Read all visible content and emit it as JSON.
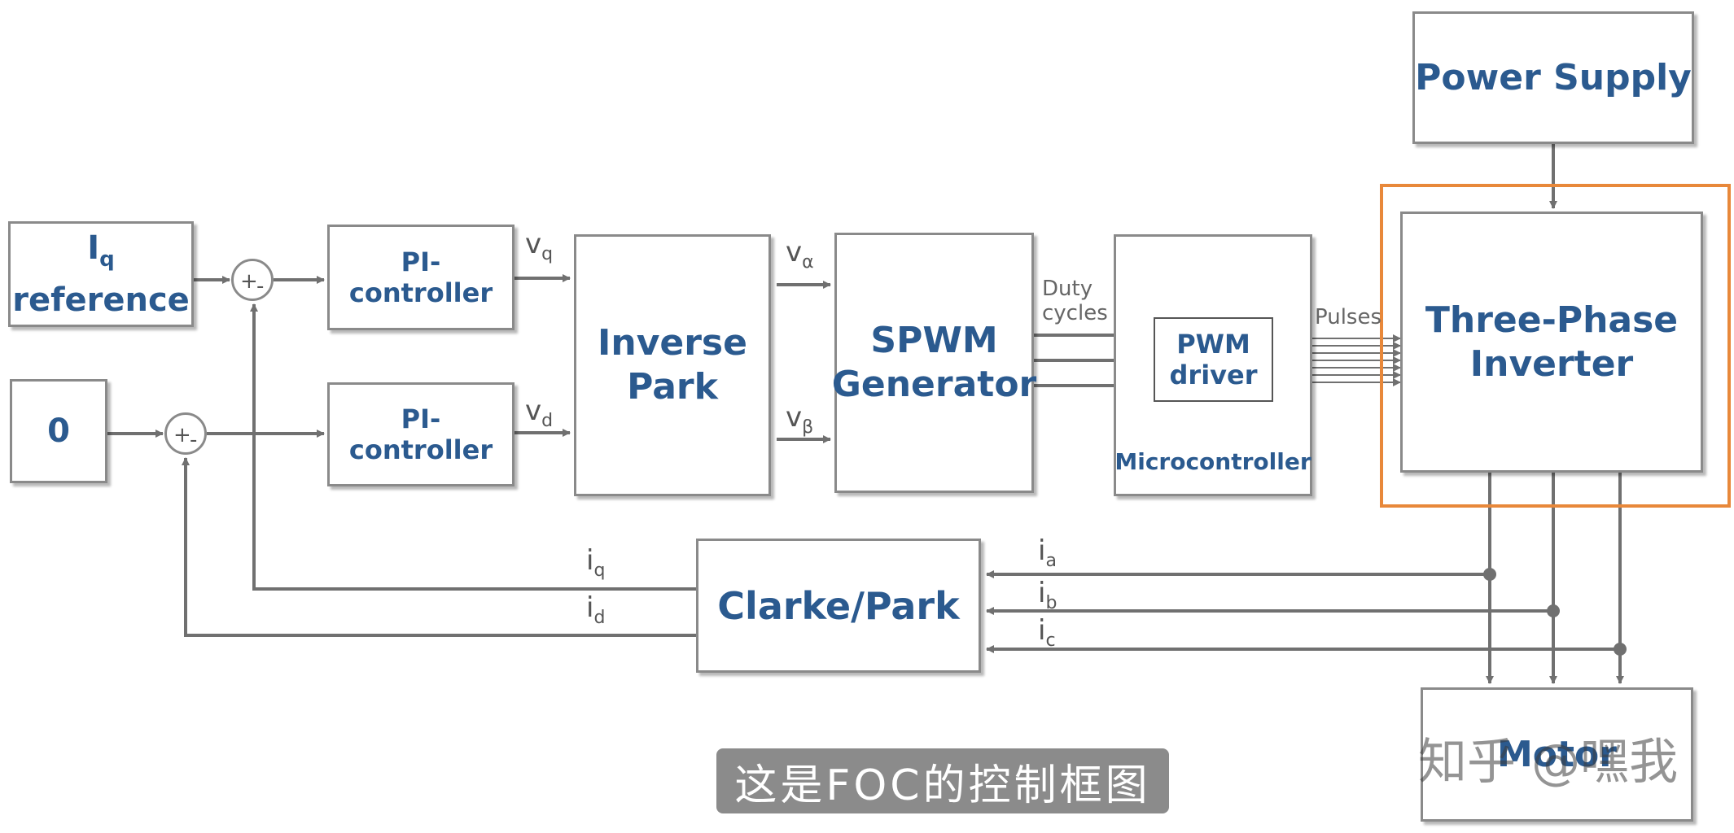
{
  "blocks": {
    "iq_reference": "I",
    "iq_reference_sub": "q",
    "iq_reference_rest": " reference",
    "zero": "0",
    "pi_controller_q": "PI-controller",
    "pi_controller_d": "PI-controller",
    "inverse_park_1": "Inverse",
    "inverse_park_2": "Park",
    "spwm_1": "SPWM",
    "spwm_2": "Generator",
    "pwm_driver_1": "PWM",
    "pwm_driver_2": "driver",
    "microcontroller": "Microcontroller",
    "power_supply": "Power Supply",
    "inverter_1": "Three-Phase",
    "inverter_2": "Inverter",
    "clarke_park": "Clarke/Park",
    "motor": "Motor"
  },
  "sums": {
    "sign_plus": "+",
    "sign_minus": "-"
  },
  "signals": {
    "v": "v",
    "q": "q",
    "d": "d",
    "alpha": "α",
    "beta": "β",
    "i": "i",
    "a": "a",
    "b": "b",
    "c": "c",
    "duty_1": "Duty",
    "duty_2": "cycles",
    "pulses": "Pulses"
  },
  "caption": "这是FOC的控制框图",
  "watermark": "知乎 @嘿我",
  "colors": {
    "block_text": "#2b5a8f",
    "line": "#707070",
    "highlight": "#e8883a"
  }
}
